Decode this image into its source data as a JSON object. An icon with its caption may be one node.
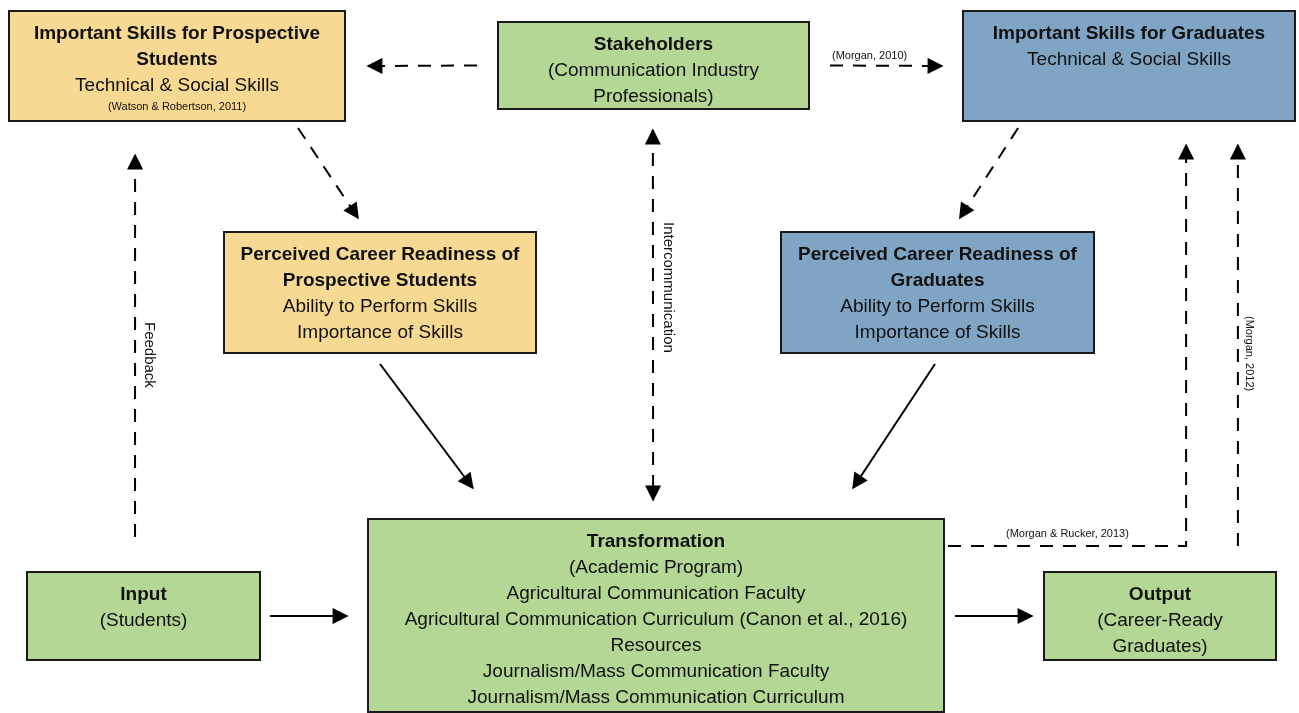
{
  "diagram": {
    "nodes": [
      {
        "text": [
          "Important Skills for Prospective Students",
          "Technical & Social Skills",
          "(Watson & Robertson, 2011)"
        ]
      },
      {
        "text": [
          "Stakeholders",
          "(Communication Industry Professionals)"
        ]
      },
      {
        "text": [
          "Important Skills for Graduates",
          "Technical & Social Skills"
        ]
      },
      {
        "text": [
          "Perceived Career Readiness of Prospective Students",
          "Ability to Perform Skills",
          "Importance of Skills"
        ]
      },
      {
        "text": [
          "Perceived Career Readiness of Graduates",
          "Ability to Perform Skills",
          "Importance of Skills"
        ]
      },
      {
        "text": [
          "Input",
          "(Students)"
        ]
      },
      {
        "text": [
          "Transformation",
          "(Academic Program)",
          "Agricultural Communication Faculty",
          "Agricultural Communication Curriculum (Canon et al., 2016)",
          "Resources",
          "Journalism/Mass Communication Faculty",
          "Journalism/Mass Communication Curriculum"
        ]
      },
      {
        "text": [
          "Output",
          "(Career-Ready Graduates)"
        ]
      }
    ],
    "edges": [
      {
        "from": 1,
        "to": 0,
        "arrow": "to",
        "style": "dashed"
      },
      {
        "from": 1,
        "to": 2,
        "arrow": "to",
        "style": "dashed",
        "label": "(Morgan, 2010)"
      },
      {
        "from": 0,
        "to": 3,
        "arrow": "to",
        "style": "dashed"
      },
      {
        "from": 2,
        "to": 4,
        "arrow": "to",
        "style": "dashed"
      },
      {
        "from": 1,
        "to": 6,
        "arrow": "both",
        "style": "dashed",
        "label": "Intercommunication"
      },
      {
        "from": 3,
        "to": 6,
        "arrow": "to"
      },
      {
        "from": 4,
        "to": 6,
        "arrow": "to"
      },
      {
        "from": 5,
        "to": 6,
        "arrow": "to"
      },
      {
        "from": 6,
        "to": 7,
        "arrow": "to"
      },
      {
        "from": 5,
        "to": 0,
        "arrow": "to",
        "style": "dashed",
        "label": "Feedback"
      },
      {
        "from": 6,
        "to": 2,
        "arrow": "to",
        "style": "dashed",
        "label": "(Morgan & Rucker, 2013)"
      },
      {
        "from": 7,
        "to": 2,
        "arrow": "to",
        "style": "dashed",
        "label": "(Morgan, 2012)"
      }
    ]
  }
}
